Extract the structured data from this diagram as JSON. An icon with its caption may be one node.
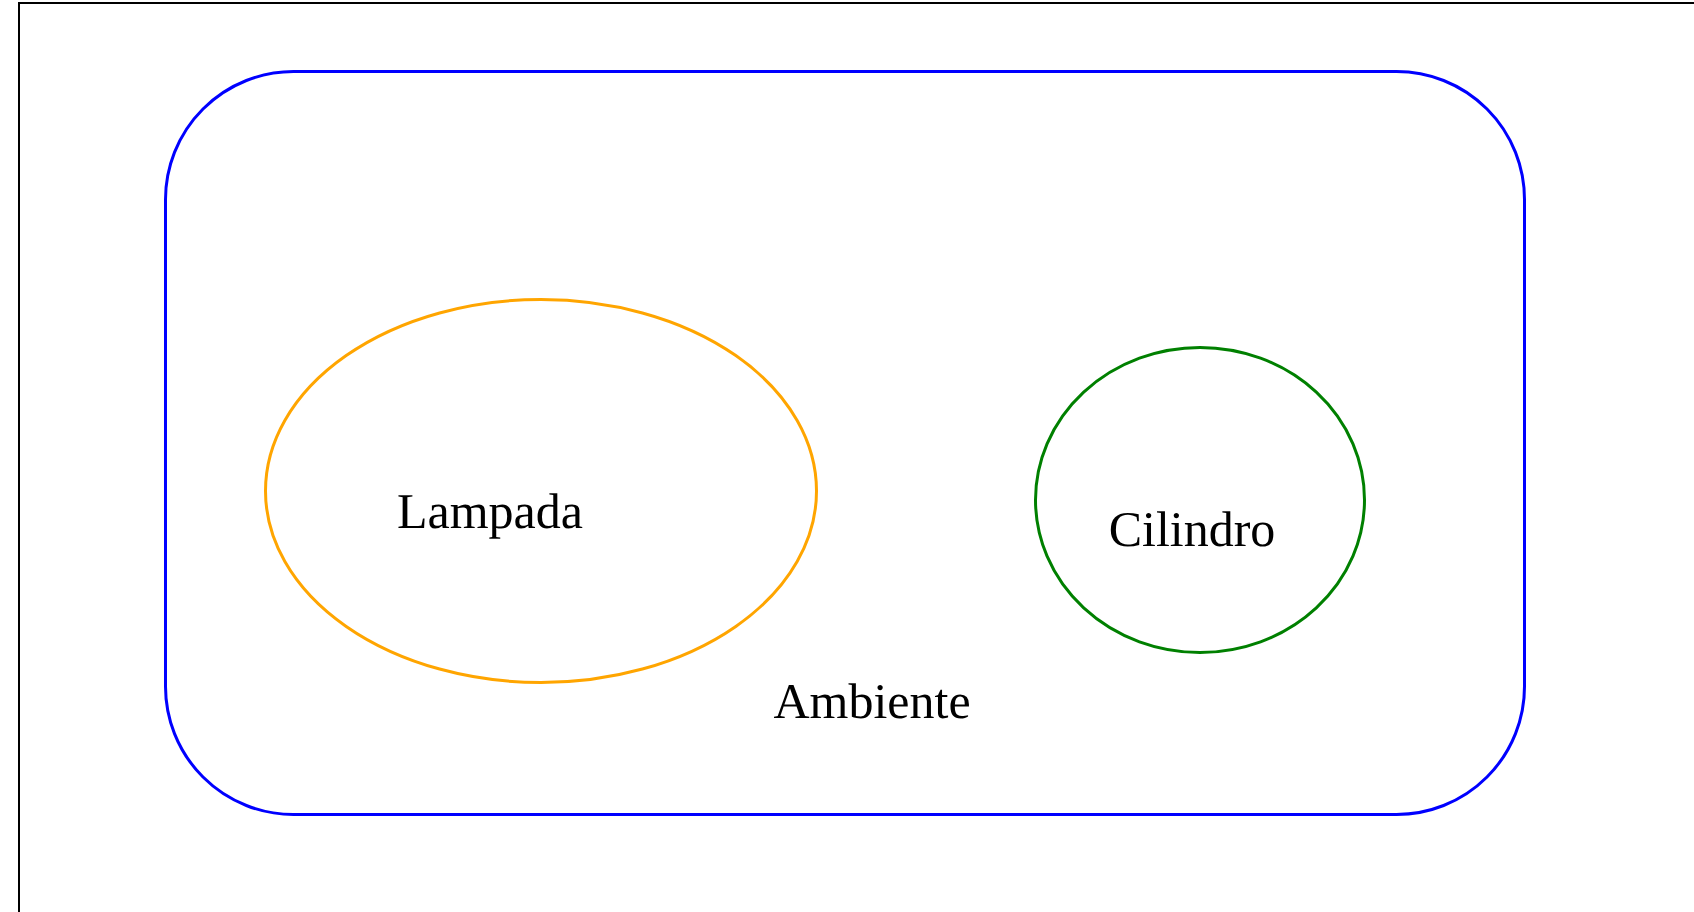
{
  "diagram": {
    "nodes": [
      {
        "text": [
          "Ambiente"
        ]
      },
      {
        "text": [
          "Lampada"
        ],
        "in": 0
      },
      {
        "text": [
          "Cilindro"
        ],
        "in": 0
      }
    ]
  }
}
